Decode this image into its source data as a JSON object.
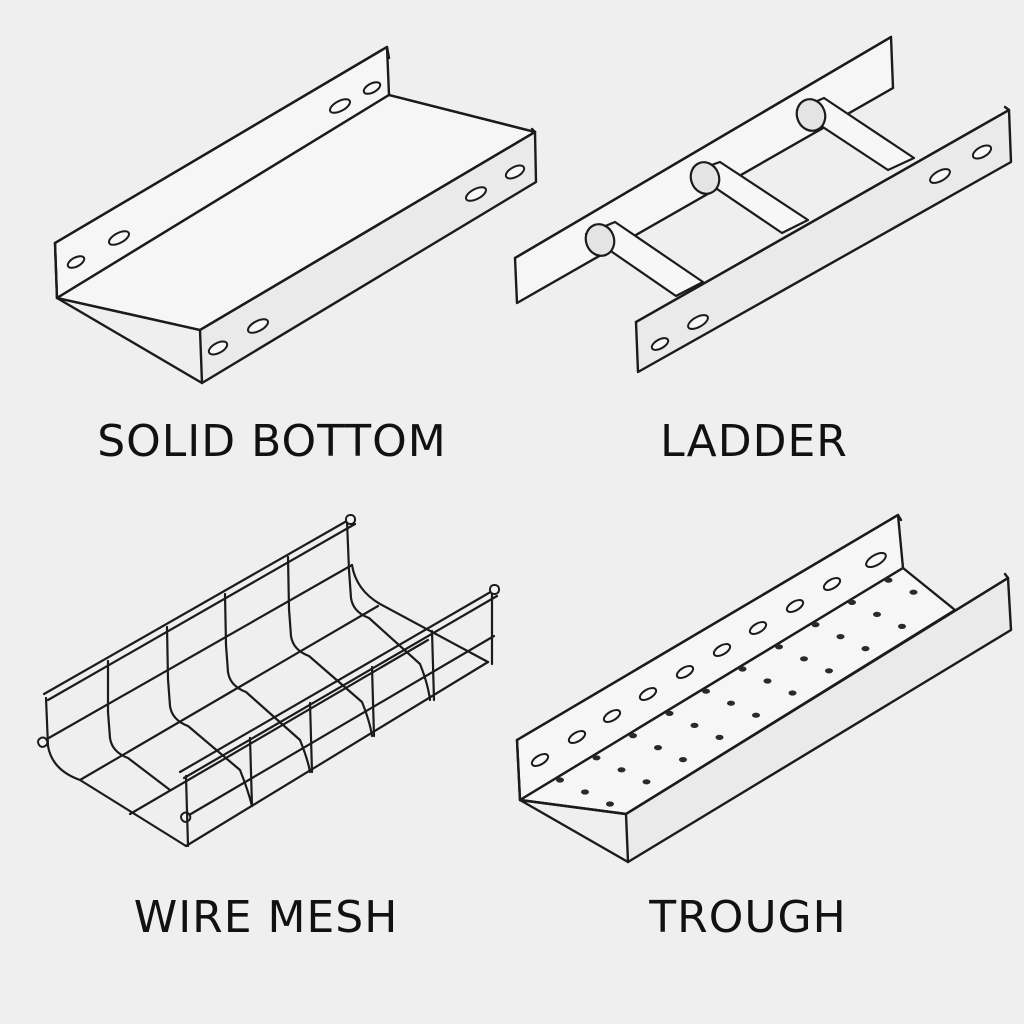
{
  "tray_types": [
    {
      "id": "solid-bottom",
      "label": "SOLID BOTTOM",
      "icon": "solid-bottom-tray-icon"
    },
    {
      "id": "ladder",
      "label": "LADDER",
      "icon": "ladder-tray-icon"
    },
    {
      "id": "wire-mesh",
      "label": "WIRE MESH",
      "icon": "wire-mesh-tray-icon"
    },
    {
      "id": "trough",
      "label": "TROUGH",
      "icon": "trough-tray-icon"
    }
  ]
}
